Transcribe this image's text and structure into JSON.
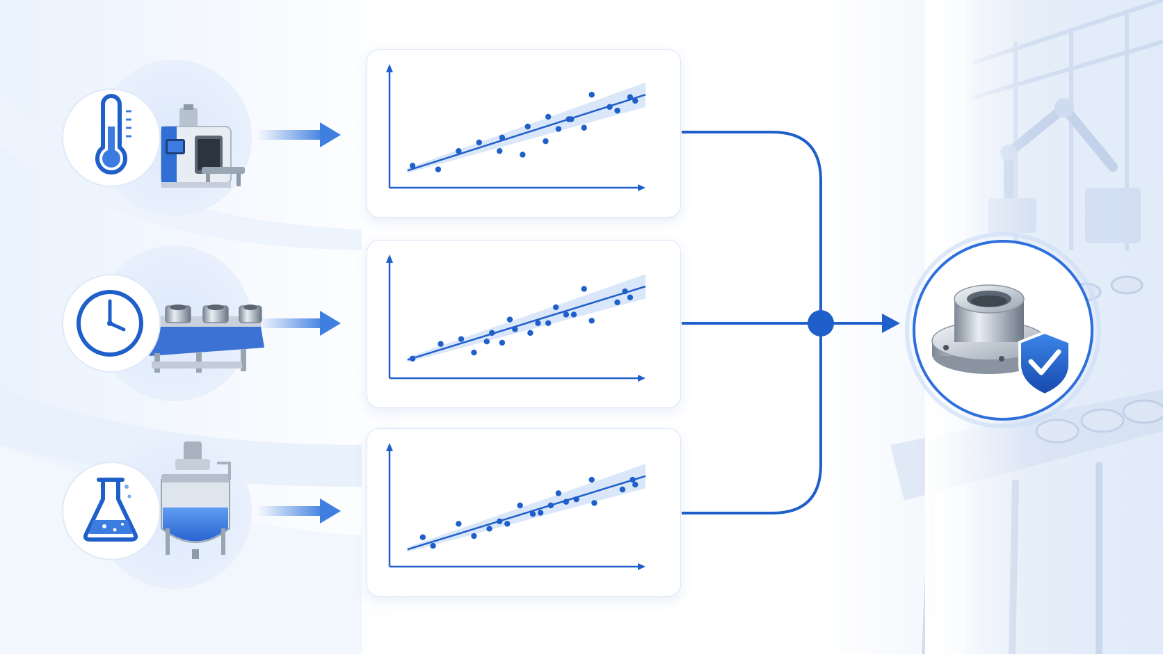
{
  "colors": {
    "primary": "#1f5fc9",
    "dark_blue": "#1748a8",
    "light_blue": "#e6effc",
    "band": "#d3e2f8"
  },
  "inputs": [
    {
      "icon": "thermometer-icon",
      "machine": "oven-machine"
    },
    {
      "icon": "clock-icon",
      "machine": "conveyor-machine"
    },
    {
      "icon": "flask-icon",
      "machine": "mixing-tank-machine"
    }
  ],
  "output": {
    "icon": "bushing-part-icon",
    "badge": "shield-check-icon"
  },
  "chart_data": [
    {
      "type": "scatter",
      "x": [
        0.09,
        0.19,
        0.27,
        0.35,
        0.43,
        0.44,
        0.52,
        0.54,
        0.61,
        0.62,
        0.66,
        0.7,
        0.71,
        0.76,
        0.79,
        0.86,
        0.89,
        0.94,
        0.96
      ],
      "y": [
        0.18,
        0.15,
        0.3,
        0.37,
        0.3,
        0.41,
        0.27,
        0.5,
        0.38,
        0.58,
        0.48,
        0.56,
        0.56,
        0.49,
        0.76,
        0.66,
        0.63,
        0.74,
        0.71
      ],
      "trend": [
        [
          0.07,
          0.14
        ],
        [
          1.0,
          0.76
        ]
      ],
      "band": true,
      "xlim": [
        0,
        1
      ],
      "ylim": [
        0,
        1
      ]
    },
    {
      "type": "scatter",
      "x": [
        0.09,
        0.2,
        0.28,
        0.33,
        0.38,
        0.4,
        0.44,
        0.47,
        0.49,
        0.55,
        0.58,
        0.62,
        0.65,
        0.69,
        0.72,
        0.76,
        0.79,
        0.89,
        0.92,
        0.94
      ],
      "y": [
        0.16,
        0.28,
        0.32,
        0.21,
        0.3,
        0.37,
        0.29,
        0.48,
        0.4,
        0.37,
        0.45,
        0.45,
        0.58,
        0.52,
        0.52,
        0.73,
        0.47,
        0.62,
        0.71,
        0.66
      ],
      "trend": [
        [
          0.07,
          0.15
        ],
        [
          1.0,
          0.75
        ]
      ],
      "band": true,
      "xlim": [
        0,
        1
      ],
      "ylim": [
        0,
        1
      ]
    },
    {
      "type": "scatter",
      "x": [
        0.13,
        0.17,
        0.27,
        0.33,
        0.39,
        0.43,
        0.46,
        0.51,
        0.56,
        0.59,
        0.63,
        0.66,
        0.69,
        0.73,
        0.79,
        0.8,
        0.91,
        0.95,
        0.96
      ],
      "y": [
        0.24,
        0.17,
        0.35,
        0.25,
        0.31,
        0.37,
        0.35,
        0.5,
        0.43,
        0.44,
        0.5,
        0.6,
        0.53,
        0.55,
        0.71,
        0.52,
        0.63,
        0.71,
        0.67
      ],
      "trend": [
        [
          0.07,
          0.14
        ],
        [
          1.0,
          0.74
        ]
      ],
      "band": true,
      "xlim": [
        0,
        1
      ],
      "ylim": [
        0,
        1
      ]
    }
  ]
}
